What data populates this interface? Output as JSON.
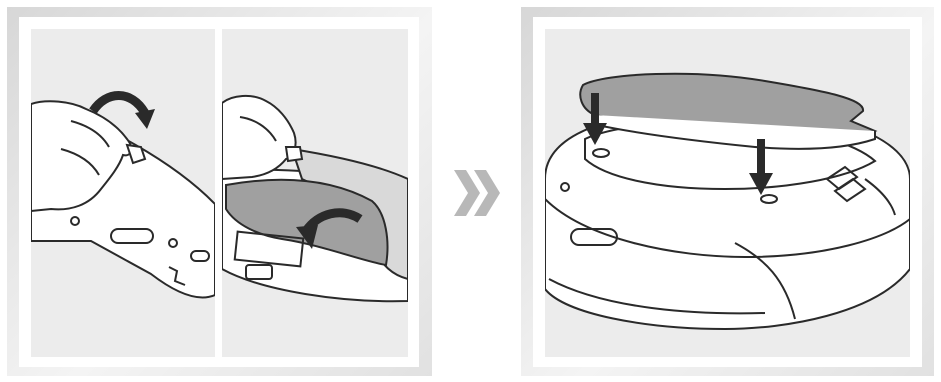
{
  "figure": {
    "left_frame": {
      "panels": [
        {
          "step": "peel-film-corner",
          "arrow": "curved-arrow-icon"
        },
        {
          "step": "remove-film",
          "arrow": "curved-arrow-icon"
        }
      ]
    },
    "separator": {
      "icon": "double-chevron-right-icon",
      "color": "#b8b8b8"
    },
    "right_frame": {
      "step": "place-mop-pad",
      "arrow": "down-arrow-icon"
    },
    "colors": {
      "panel_bg": "#ececec",
      "pad_gray": "#a0a0a0",
      "outline": "#2a2a2a",
      "arrow": "#2a2a2a"
    }
  }
}
